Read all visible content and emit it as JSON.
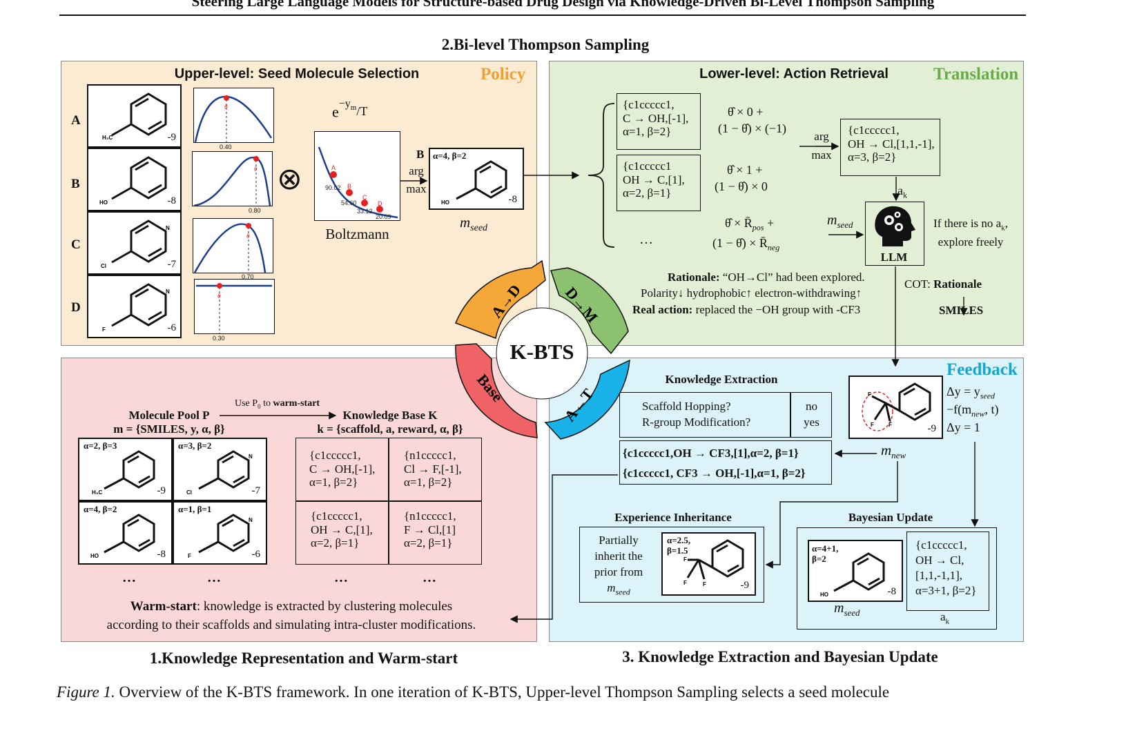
{
  "paper_header": "Steering Large Language Models for Structure-based Drug Design via Knowledge-Driven Bi-Level Thompson Sampling",
  "section2_title": "2.Bi-level Thompson Sampling",
  "section1_title": "1.Knowledge Representation and Warm-start",
  "section3_title": "3. Knowledge Extraction and Bayesian Update",
  "center_label": "K-BTS",
  "cycle": {
    "a_d": "A→D",
    "d_m": "D→M",
    "a_t": "A←T",
    "base": "Base"
  },
  "policy": {
    "tag": "Policy",
    "title": "Upper-level: Seed Molecule Selection",
    "rows": [
      {
        "label": "A",
        "score": "-9",
        "theta": "0.40"
      },
      {
        "label": "B",
        "score": "-8",
        "theta": "0.80"
      },
      {
        "label": "C",
        "score": "-7",
        "theta": "0.70"
      },
      {
        "label": "D",
        "score": "-6",
        "theta": "0.30"
      }
    ],
    "theta_symbol": "θ",
    "otimes": "⊗",
    "exp_base": "e",
    "exp_power": "−y",
    "exp_sub": "m",
    "exp_div": "/T",
    "boltzmann": "Boltzmann",
    "boltz_points": [
      {
        "label": "A",
        "value": "90.02"
      },
      {
        "label": "B",
        "value": "54.60"
      },
      {
        "label": "C",
        "value": "33.12"
      },
      {
        "label": "D",
        "value": "20.09"
      }
    ],
    "argmax_top": "arg",
    "argmax_bottom": "max",
    "selected_label": "B",
    "selected_params": "α=4, β=2",
    "selected_score": "-8",
    "seed_label": "m",
    "seed_sub": "seed"
  },
  "translation": {
    "tag": "Translation",
    "title": "Lower-level: Action Retrieval",
    "actions": [
      {
        "lines": [
          "{c1ccccc1,",
          "C → OH,[-1],",
          "α=1, β=2}"
        ],
        "f1": "θ̂ × 0 +",
        "f2": "(1 − θ̂) × (−1)"
      },
      {
        "lines": [
          "{c1ccccc1",
          "OH → C,[1],",
          "α=2, β=1}"
        ],
        "f1": "θ̂ × 1 +",
        "f2": "(1 − θ̂) × 0"
      }
    ],
    "ellipsis": "…",
    "f3_line1": "θ̂ × R̄",
    "f3_sub1": "pos",
    "f3_plus": "+",
    "f3_line2": "(1 − θ̂) × R̄",
    "f3_sub2": "neg",
    "argmax_top": "arg",
    "argmax_bottom": "max",
    "chosen": [
      "{c1ccccc1,",
      "OH → Cl,[1,1,-1],",
      "α=3, β=2}"
    ],
    "ak": "a",
    "ak_sub": "k",
    "mseed": "m",
    "mseed_sub": "seed",
    "llm": "LLM",
    "no_ak_1": "If there is no a",
    "no_ak_sub": "k",
    "no_ak_2": ",",
    "no_ak_3": "explore freely",
    "rationale_label": "Rationale:",
    "rationale_text": "“OH→Cl” had been explored.",
    "polarity": "Polarity↓ hydrophobic↑ electron-withdrawing↑",
    "real_action_label": "Real action:",
    "real_action_text": "replaced the −OH group with -CF3",
    "cot_label": "COT:",
    "cot_rationale": "Rationale",
    "cot_smiles": "SMILES"
  },
  "base": {
    "pool_title": "Molecule Pool P",
    "pool_def": "m = {SMILES, y, α, β}",
    "warm_arrow_a": "Use P",
    "warm_arrow_sub": "0",
    "warm_arrow_b": " to",
    "warm_arrow_c": "warm-start",
    "kb_title": "Knowledge Base K",
    "kb_def": "k = {scaffold, a, reward, α, β}",
    "pool": [
      {
        "params": "α=2, β=3",
        "score": "-9"
      },
      {
        "params": "α=3, β=2",
        "score": "-7"
      },
      {
        "params": "α=4, β=2",
        "score": "-8"
      },
      {
        "params": "α=1, β=1",
        "score": "-6"
      }
    ],
    "kb": [
      [
        "{c1ccccc1,",
        "C → OH,[-1],",
        "α=1, β=2}"
      ],
      [
        "{n1ccccc1,",
        "Cl → F,[-1],",
        "α=1, β=2}"
      ],
      [
        "{c1ccccc1,",
        "OH → C,[1],",
        "α=2, β=1}"
      ],
      [
        "{n1ccccc1,",
        "F → Cl,[1]",
        "α=2, β=1}"
      ]
    ],
    "dots": "…",
    "warm_label": "Warm-start",
    "warm_text1": ": knowledge is extracted by clustering molecules",
    "warm_text2": "according to their scaffolds and simulating intra-cluster modifications."
  },
  "feedback": {
    "tag": "Feedback",
    "ke_title": "Knowledge Extraction",
    "q1": "Scaffold Hopping?",
    "q2": "R-group Modification?",
    "a1": "no",
    "a2": "yes",
    "k1": "{c1ccccc1,OH → CF3,[1],α=2, β=1}",
    "k2": "{c1ccccc1, CF3 → OH,[-1],α=1, β=2}",
    "new_score": "-9",
    "mnew": "m",
    "mnew_sub": "new",
    "dy1": "Δy = y",
    "dy1_sub": "seed",
    "dy2": "−f(m",
    "dy2_sub": "new",
    "dy2_end": ", t)",
    "dy3": "Δy = 1",
    "ei_title": "Experience Inheritance",
    "ei_text": [
      "Partially",
      "inherit the",
      "prior from"
    ],
    "ei_m": "m",
    "ei_m_sub": "seed",
    "ei_params1": "α=2.5,",
    "ei_params2": "β=1.5",
    "ei_score": "-9",
    "bu_title": "Bayesian Update",
    "bu_params1": "α=4+1,",
    "bu_params2": "β=2",
    "bu_score": "-8",
    "bu_m": "m",
    "bu_m_sub": "seed",
    "bu_action": [
      "{c1ccccc1,",
      "OH → Cl,",
      "[1,1,-1,1],",
      "α=3+1, β=2}"
    ],
    "bu_ak": "a",
    "bu_ak_sub": "k"
  },
  "caption": {
    "label": "Figure 1.",
    "text": "Overview of the K-BTS framework. In one iteration of K-BTS, Upper-level Thompson Sampling selects a seed molecule"
  },
  "colors": {
    "policy_bg": "#fcebd3",
    "translation_bg": "#e3efd4",
    "base_bg": "#fad8d8",
    "feedback_bg": "#dcf3fa",
    "orange": "#f5a838",
    "green": "#8cc26f",
    "red": "#ef6265",
    "blue": "#18b2e8",
    "policy_tag": "#f0a030",
    "translation_tag": "#6aaa4a",
    "feedback_tag": "#1aa3cc"
  }
}
